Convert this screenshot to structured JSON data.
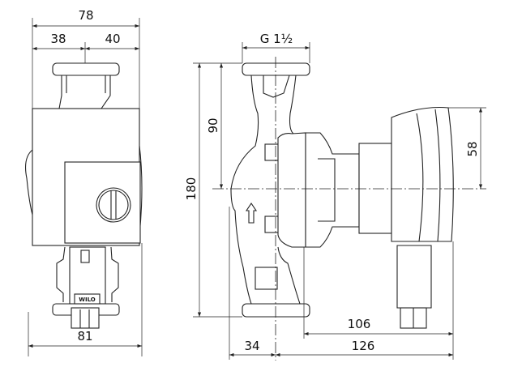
{
  "front_view": {
    "dims": {
      "overall_width": "78",
      "left_half": "38",
      "right_half": "40",
      "bottom_width": "81"
    },
    "logo_text": "WILO"
  },
  "side_view": {
    "dims": {
      "thread": "G 1½",
      "height": "180",
      "half_height": "90",
      "motor_half": "58",
      "motor_depth": "106",
      "total_depth": "126",
      "inlet_offset": "34"
    }
  }
}
